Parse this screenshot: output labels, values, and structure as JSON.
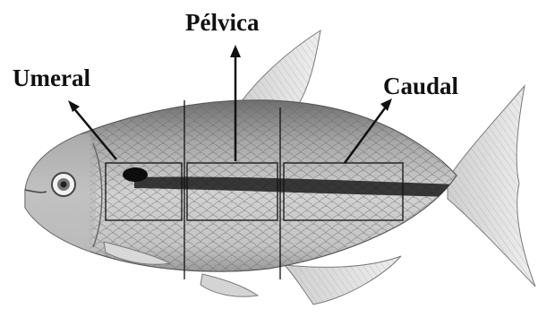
{
  "labels": {
    "umeral": "Umeral",
    "pelvica": "Pélvica",
    "caudal": "Caudal"
  },
  "colors": {
    "ink": "#111111",
    "body_light": "#dcdcdc",
    "body_dark": "#8a8a8a",
    "stripe": "#1a1a1a",
    "humeral_spot": "#0d0d0d"
  }
}
